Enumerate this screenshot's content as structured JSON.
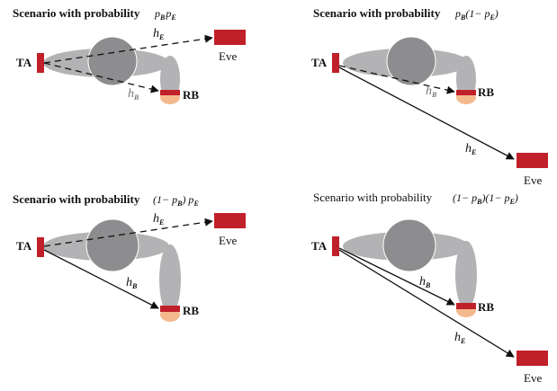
{
  "panels": [
    {
      "id": "tl",
      "caption_prefix": "Scenario with probability",
      "caption_bold": true,
      "caption_math": [
        "p",
        "B",
        "p",
        "E"
      ],
      "bob_link": "dashed",
      "eve_link": "dashed",
      "labels": {
        "ta": "TA",
        "rb": "RB",
        "eve": "Eve",
        "h": "h",
        "sub_b": "B",
        "sub_e": "E"
      }
    },
    {
      "id": "tr",
      "caption_prefix": "Scenario with probability",
      "caption_bold": true,
      "caption_math": "p_B(1 − p_E)",
      "bob_link": "dashed",
      "eve_link": "solid",
      "labels": {
        "ta": "TA",
        "rb": "RB",
        "eve": "Eve",
        "h": "h",
        "sub_b": "B",
        "sub_e": "E"
      }
    },
    {
      "id": "bl",
      "caption_prefix": "Scenario with probability",
      "caption_bold": true,
      "caption_math": "(1 − p_B) p_E",
      "bob_link": "solid",
      "eve_link": "dashed",
      "labels": {
        "ta": "TA",
        "rb": "RB",
        "eve": "Eve",
        "h": "h",
        "sub_b": "B",
        "sub_e": "E"
      }
    },
    {
      "id": "br",
      "caption_prefix": "Scenario with probability",
      "caption_bold": false,
      "caption_math": "(1 − p_B)(1 − p_E)",
      "bob_link": "solid",
      "eve_link": "solid",
      "labels": {
        "ta": "TA",
        "rb": "RB",
        "eve": "Eve",
        "h": "h",
        "sub_b": "B",
        "sub_e": "E"
      }
    }
  ],
  "colors": {
    "device_red": "#c0202a",
    "body_gray": "#b3b3b5",
    "head_gray": "#8d8d8f",
    "skin": "#f5b98e",
    "arrow": "#111111"
  }
}
